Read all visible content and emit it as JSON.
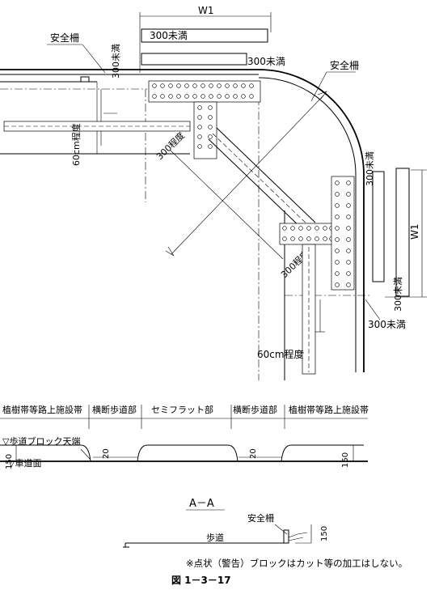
{
  "plan": {
    "top_dim_w1": "W1",
    "top_under300_a": "300未満",
    "top_under300_b": "300未満",
    "guard_rail_left": "安全柵",
    "guard_rail_right": "安全柵",
    "top_under300_vertical": "300未満",
    "left_60cm": "60cm程度",
    "diag_300_upper": "300程度",
    "diag_300_lower": "300程度",
    "right_under300_top": "300未満",
    "right_dim_w1": "W1",
    "right_under300_vertical": "300未満",
    "bottom_under300": "300未満",
    "bottom_60cm": "60cm程度"
  },
  "section": {
    "zone_1": "植樹帯等路上施設帯",
    "zone_2": "横断歩道部",
    "zone_3": "セミフラット部",
    "zone_4": "横断歩道部",
    "zone_5": "植樹帯等路上施設帯",
    "block_top": "▽歩道ブロック天端",
    "road_surface": "▽車道面",
    "dim_150_left": "150",
    "dim_20_a": "20",
    "dim_20_b": "20",
    "dim_150_right": "150"
  },
  "detail": {
    "title": "A－A",
    "guard_rail": "安全柵",
    "sidewalk": "歩道",
    "dim_150": "150"
  },
  "note": "※点状（警告）ブロックはカット等の加工はしない。",
  "figure_caption": "図 1－3－17"
}
